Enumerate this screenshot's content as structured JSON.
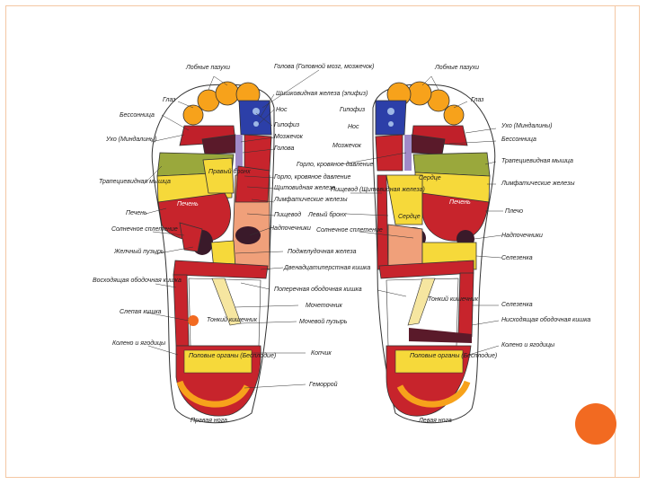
{
  "slide": {
    "accent_color": "#f26a21",
    "border_color": "#f4c7a3"
  },
  "labels": {
    "right_foot": {
      "frontal_sinuses": "Лобные пазухи",
      "eye": "Глаз",
      "insomnia": "Бессонница",
      "ear_tonsils": "Ухо (Миндалины)",
      "trapezius": "Трапециевидная мышца",
      "liver_line": "Печень",
      "solar_plexus": "Солнечное сплетение",
      "gallbladder": "Желчный пузырь",
      "ascending_colon": "Восходящая ободочная кишка",
      "appendix": "Слепая кишка",
      "knee_hip": "Колено и ягодицы",
      "right_foot_caption": "Правая нога"
    },
    "center": {
      "head": "Голова (Головной мозг, мозжечок)",
      "thyroid_epiphysis": "Шишковидная железа (эпифиз)",
      "nose": "Нос",
      "pituitary": "Гипофиз",
      "cerebellum": "Мозжечок",
      "head2": "Голова",
      "throat": "Горло, кровяное давление",
      "throat2": "Горло, кровяное давление",
      "thyroid": "Щитовидная железа",
      "lymph": "Лимфатические железы",
      "esophagus": "Пищевод",
      "adrenal": "Надпочечники",
      "pancreas": "Поджелудочная железа",
      "duodenum": "Двенадцатиперстная кишка",
      "transverse_colon": "Поперечная ободочная кишка",
      "ureter": "Мочеточник",
      "bladder": "Мочевой пузырь",
      "coccyx": "Копчик",
      "hemorrhoids": "Геморрой",
      "solar_plexus": "Солнечное сплетение",
      "left_bronchus": "Левый бронх",
      "esophagus_thyroid": "Пищевод (Щитовидная железа)"
    },
    "left_foot": {
      "frontal_sinuses": "Лобные пазухи",
      "eye": "Глаз",
      "pituitary": "Гипофиз",
      "nose": "Нос",
      "cerebellum": "Мозжечок",
      "ear_tonsils": "Ухо (Миндалины)",
      "insomnia": "Бессонница",
      "trapezius": "Трапециевидная мышца",
      "lymph": "Лимфатические железы",
      "spleen": "Печень",
      "spleen2": "Плечо",
      "adrenal": "Надпочечники",
      "spleen3": "Селезенка",
      "sigmoid": "Селезенка",
      "descending_colon": "Нисходящая ободочная кишка",
      "knee_hip": "Колено и ягодицы",
      "left_foot_caption": "Левая нога"
    },
    "inside": {
      "right_bronchus": "Правый бронх",
      "liver": "Печень",
      "small_intestine_r": "Тонкий кишечник",
      "sex_organs_r": "Половые органы (Бесплодие)",
      "heart": "Сердце",
      "heart2": "Сердце",
      "liver_left": "Печень",
      "small_intestine_l": "Тонкий кишечник",
      "sex_organs_l": "Половые органы (Бесплодие)"
    }
  }
}
